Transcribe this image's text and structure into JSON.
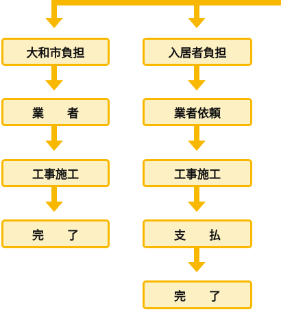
{
  "colors": {
    "accent": "#f9b800",
    "box_fill": "#fdf1c4",
    "text": "#111111"
  },
  "left_column": {
    "steps": [
      "大和市負担",
      "業　　者",
      "工事施工",
      "完　　了"
    ]
  },
  "right_column": {
    "steps": [
      "入居者負担",
      "業者依頼",
      "工事施工",
      "支　　払",
      "完　　了"
    ]
  }
}
